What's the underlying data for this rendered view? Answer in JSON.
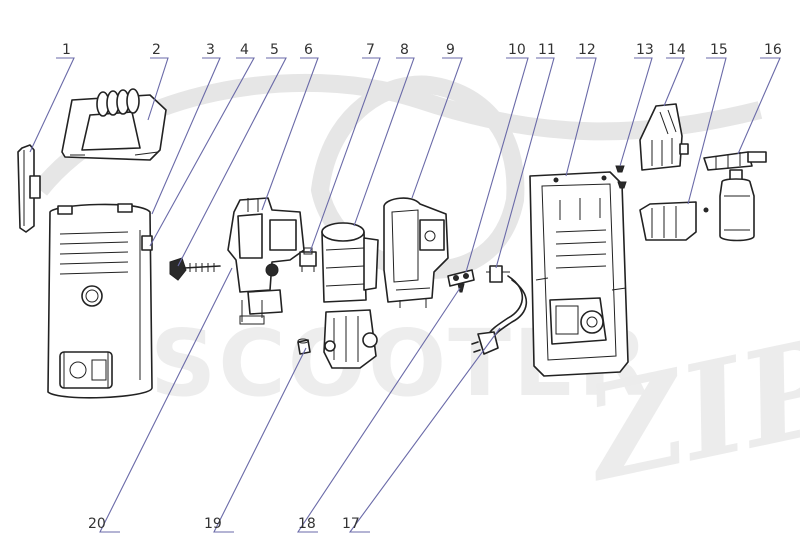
{
  "watermark": {
    "brand": "SCOOTER",
    "script": "ZIP"
  },
  "parts": [
    {
      "id": "1",
      "label": "1"
    },
    {
      "id": "2",
      "label": "2"
    },
    {
      "id": "3",
      "label": "3"
    },
    {
      "id": "4",
      "label": "4"
    },
    {
      "id": "5",
      "label": "5"
    },
    {
      "id": "6",
      "label": "6"
    },
    {
      "id": "7",
      "label": "7"
    },
    {
      "id": "8",
      "label": "8"
    },
    {
      "id": "9",
      "label": "9"
    },
    {
      "id": "10",
      "label": "10"
    },
    {
      "id": "11",
      "label": "11"
    },
    {
      "id": "12",
      "label": "12"
    },
    {
      "id": "13",
      "label": "13"
    },
    {
      "id": "14",
      "label": "14"
    },
    {
      "id": "15",
      "label": "15"
    },
    {
      "id": "16",
      "label": "16"
    },
    {
      "id": "17",
      "label": "17"
    },
    {
      "id": "18",
      "label": "18"
    },
    {
      "id": "19",
      "label": "19"
    },
    {
      "id": "20",
      "label": "20"
    }
  ],
  "colors": {
    "line": "#222222",
    "leader": "#6a6aa8",
    "watermark": "#e6e6e6"
  }
}
